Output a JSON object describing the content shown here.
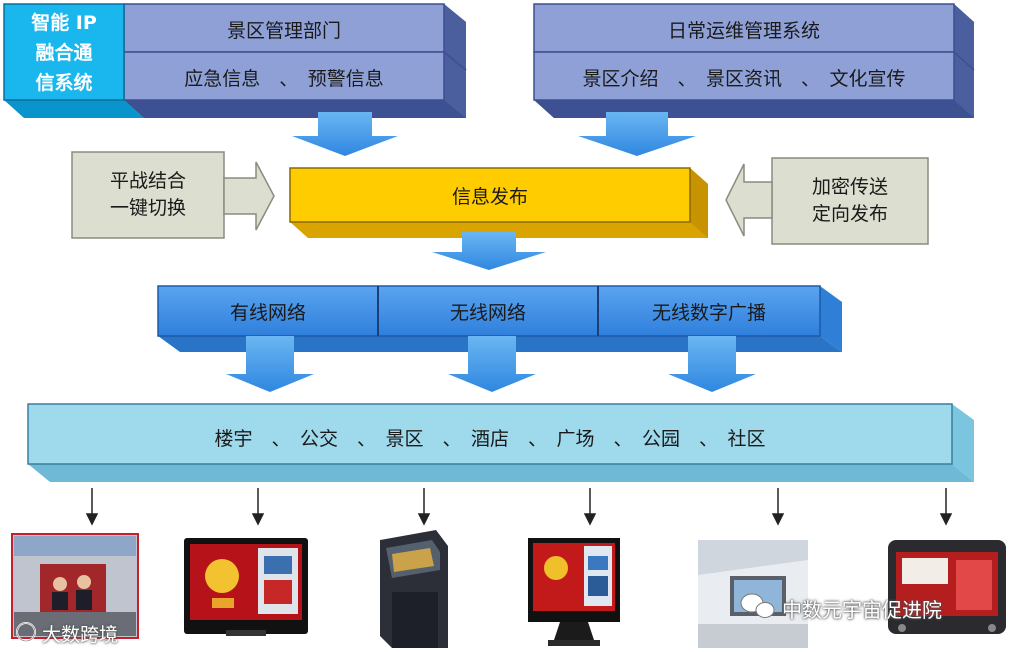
{
  "top_left": {
    "side_label": [
      "智能 IP",
      "融合通",
      "信系统"
    ],
    "title": "景区管理部门",
    "items": "应急信息　、　预警信息"
  },
  "top_right": {
    "title": "日常运维管理系统",
    "items": "景区介绍　、　景区资讯　、　文化宣传"
  },
  "left_side": [
    "平战结合",
    "一键切换"
  ],
  "right_side": [
    "加密传送",
    "定向发布"
  ],
  "center": "信息发布",
  "networks": [
    "有线网络",
    "无线网络",
    "无线数字广播"
  ],
  "destinations": "楼宇　、　公交　、　景区　、　酒店　、　广场　、　公园　、　社区",
  "watermarks": {
    "left": "大数跨境",
    "right": "中数元宇宙促进院"
  },
  "colors": {
    "box_blue": "#8ea0d6",
    "cyan": "#1ab7ee",
    "yellow": "#ffcc00",
    "gray": "#dcded0",
    "network_blue": "#3d8ee8",
    "light_blue": "#9fd9ec",
    "arrow_blue": "#4aa1ec"
  }
}
